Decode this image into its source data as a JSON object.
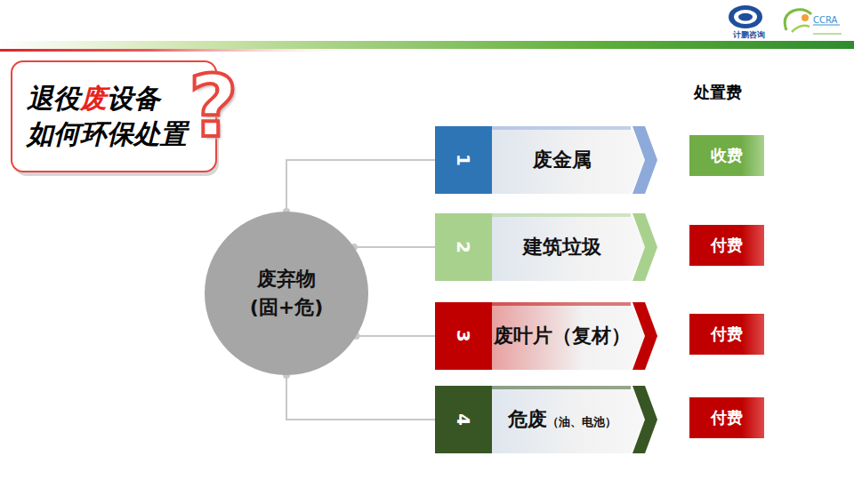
{
  "diagram": {
    "nodes": [
      {
        "text": [
          "退役",
          "废",
          "设备",
          "如何环保处置"
        ]
      },
      {
        "text": [
          "废弃物",
          "(固+危)"
        ]
      },
      {
        "text": [
          "1"
        ]
      },
      {
        "text": [
          "废金属"
        ]
      },
      {
        "text": [
          "2"
        ]
      },
      {
        "text": [
          "建筑垃圾"
        ]
      },
      {
        "text": [
          "3"
        ]
      },
      {
        "text": [
          "废叶片（复材）"
        ]
      },
      {
        "text": [
          "4"
        ]
      },
      {
        "text": [
          "危废",
          "（油、电池）"
        ]
      },
      {
        "text": [
          "收费"
        ]
      },
      {
        "text": [
          "付费"
        ]
      },
      {
        "text": [
          "付费"
        ]
      },
      {
        "text": [
          "付费"
        ]
      }
    ],
    "edges": [
      {
        "from": 1,
        "to": 2,
        "arrow": "none"
      },
      {
        "from": 1,
        "to": 4,
        "arrow": "none"
      },
      {
        "from": 1,
        "to": 6,
        "arrow": "none"
      },
      {
        "from": 1,
        "to": 8,
        "arrow": "none"
      }
    ],
    "labels": [
      "计鹏咨询",
      "CCRA",
      "?",
      "处置费"
    ]
  }
}
